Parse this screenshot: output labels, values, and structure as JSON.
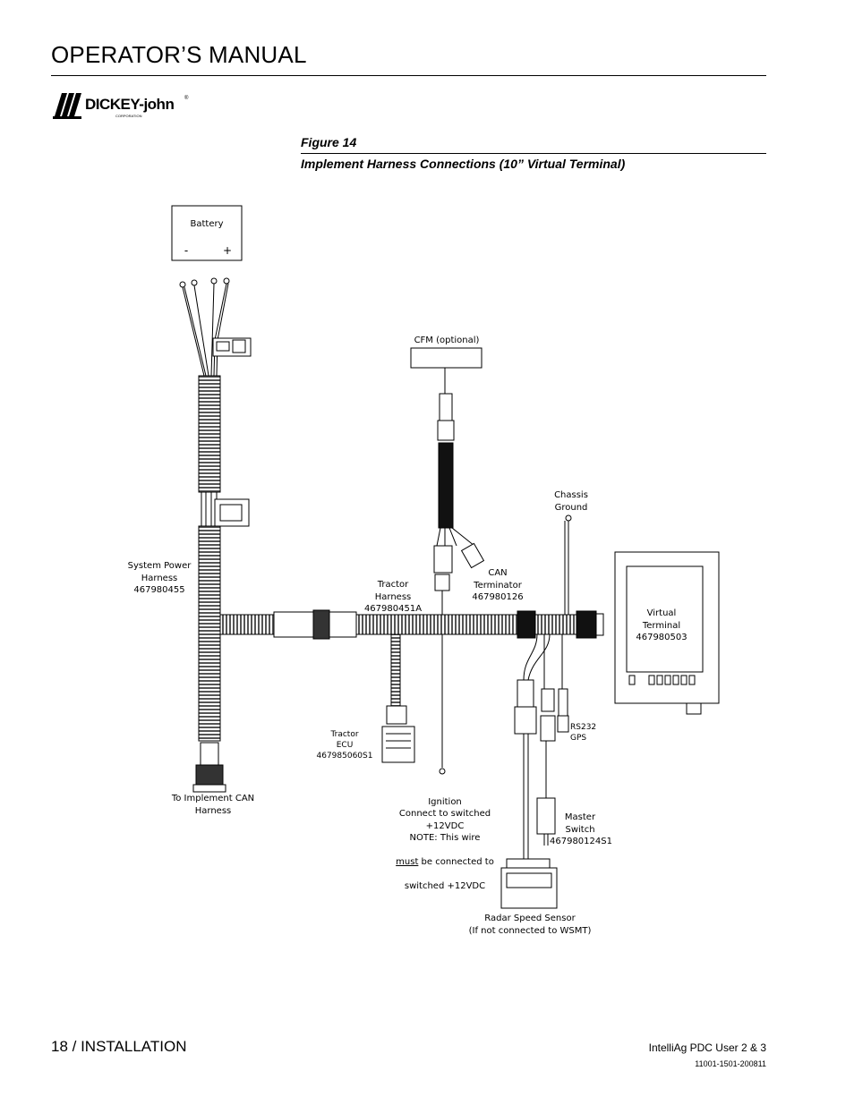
{
  "header": {
    "title": "OPERATOR’S MANUAL"
  },
  "logo": {
    "brand": "DICKEY-john",
    "sub": "CORPORATION",
    "reg": "®"
  },
  "figure": {
    "number": "Figure 14",
    "title": "Implement Harness Connections (10” Virtual Terminal)"
  },
  "diagram": {
    "battery": {
      "label": "Battery",
      "neg": "-",
      "pos": "+"
    },
    "cfm": "CFM (optional)",
    "chassis_ground": "Chassis\nGround",
    "system_power": "System Power\nHarness\n467980455",
    "tractor_harness": "Tractor\nHarness\n467980451A",
    "can_terminator": "CAN\nTerminator\n467980126",
    "virtual_terminal": "Virtual\nTerminal\n467980503",
    "rs232": "RS232\nGPS",
    "tractor_ecu": "Tractor\nECU\n467985060S1",
    "implement_can": "To Implement CAN\nHarness",
    "ignition": {
      "line1": "Ignition\nConnect to switched\n+12VDC\nNOTE: This wire",
      "must": "must",
      "line2": " be connected to",
      "line3": "switched +12VDC"
    },
    "master_switch": "Master\nSwitch\n467980124S1",
    "radar": "Radar Speed Sensor\n(If not connected to WSMT)"
  },
  "footer": {
    "section": "18 / INSTALLATION",
    "product": "IntelliAg PDC User 2 & 3",
    "doc_code": "11001-1501-200811"
  }
}
